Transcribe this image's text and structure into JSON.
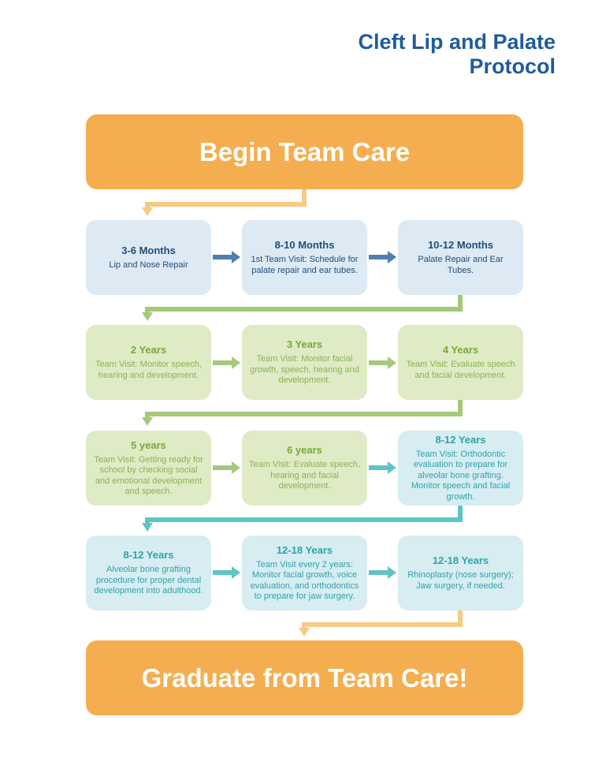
{
  "title": {
    "line1": "Cleft Lip and Palate",
    "line2": "Protocol"
  },
  "start": {
    "label": "Begin Team Care"
  },
  "end": {
    "label": "Graduate from Team Care!"
  },
  "rows": [
    [
      {
        "heading": "3-6 Months",
        "text": "Lip and Nose Repair"
      },
      {
        "heading": "8-10 Months",
        "text": "1st Team Visit: Schedule for palate repair and ear tubes."
      },
      {
        "heading": "10-12 Months",
        "text": "Palate Repair and Ear Tubes."
      }
    ],
    [
      {
        "heading": "2 Years",
        "text": "Team Visit: Monitor speech, hearing and development."
      },
      {
        "heading": "3 Years",
        "text": "Team Visit: Monitor facial growth, speech, hearing and development."
      },
      {
        "heading": "4 Years",
        "text": "Team Visit: Evaluate speech and facial development."
      }
    ],
    [
      {
        "heading": "5 years",
        "text": "Team Visit: Getting ready for school by checking social and emotional development and speech."
      },
      {
        "heading": "6 years",
        "text": "Team Visit: Evaluate speech, hearing and facial development."
      },
      {
        "heading": "8-12 Years",
        "text": "Team Visit: Orthodontic evaluation to prepare for alveolar bone grafting. Monitor speech and facial growth."
      }
    ],
    [
      {
        "heading": "8-12 Years",
        "text": "Alveolar bone grafting procedure for proper dental development into adulthood."
      },
      {
        "heading": "12-18 Years",
        "text": "Team Visit every 2 years: Monitor facial growth, voice evaluation, and orthodontics to prepare for jaw surgery."
      },
      {
        "heading": "12-18 Years",
        "text": "Rhinoplasty (nose surgery); Jaw surgery, if needed."
      }
    ]
  ],
  "colors": {
    "orange": "#f5ae4f",
    "orange_light": "#f8ca86",
    "blue_box": "#dde9f3",
    "blue_text": "#1f4e79",
    "blue_arrow": "#4d7fb0",
    "green_box": "#dfebc4",
    "green_text": "#78a83a",
    "green_arrow": "#a5c97a",
    "teal_box": "#d7edf1",
    "teal_text": "#2da3ad",
    "teal_arrow": "#5fc4c6",
    "title": "#1f5b9a"
  }
}
